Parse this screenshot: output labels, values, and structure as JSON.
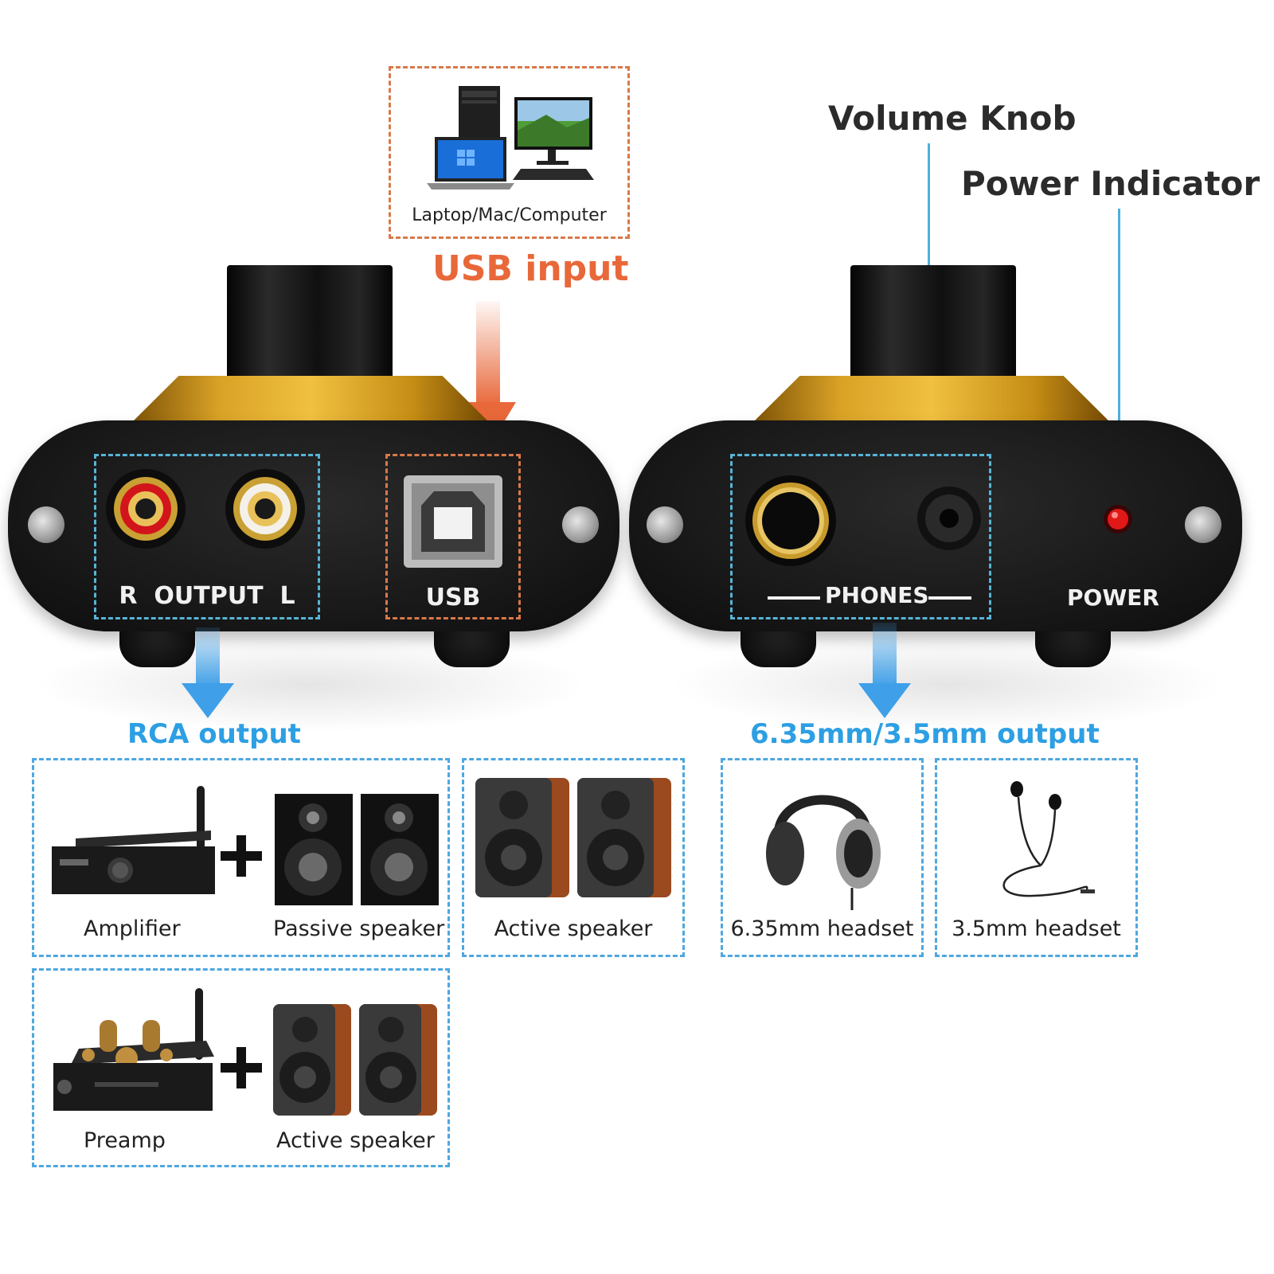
{
  "usb_source": {
    "caption": "Laptop/Mac/Computer",
    "title": "USB input"
  },
  "callouts": {
    "volume_knob": "Volume Knob",
    "power_indicator": "Power Indicator"
  },
  "back_panel": {
    "output_label": "R  OUTPUT  L",
    "usb_label": "USB"
  },
  "front_panel": {
    "phones_label": "PHONES",
    "power_label": "POWER"
  },
  "outputs": {
    "rca_title": "RCA output",
    "jack_title": "6.35mm/3.5mm output"
  },
  "devices": {
    "amplifier": "Amplifier",
    "passive_speaker": "Passive speaker",
    "active_speaker": "Active speaker",
    "preamp": "Preamp",
    "active_speaker_2": "Active speaker",
    "headset_635": "6.35mm headset",
    "headset_35": "3.5mm headset"
  },
  "colors": {
    "orange": "#e8683a",
    "blue": "#2d9fe3",
    "gold": "#d9a226",
    "led_red": "#e01818"
  }
}
